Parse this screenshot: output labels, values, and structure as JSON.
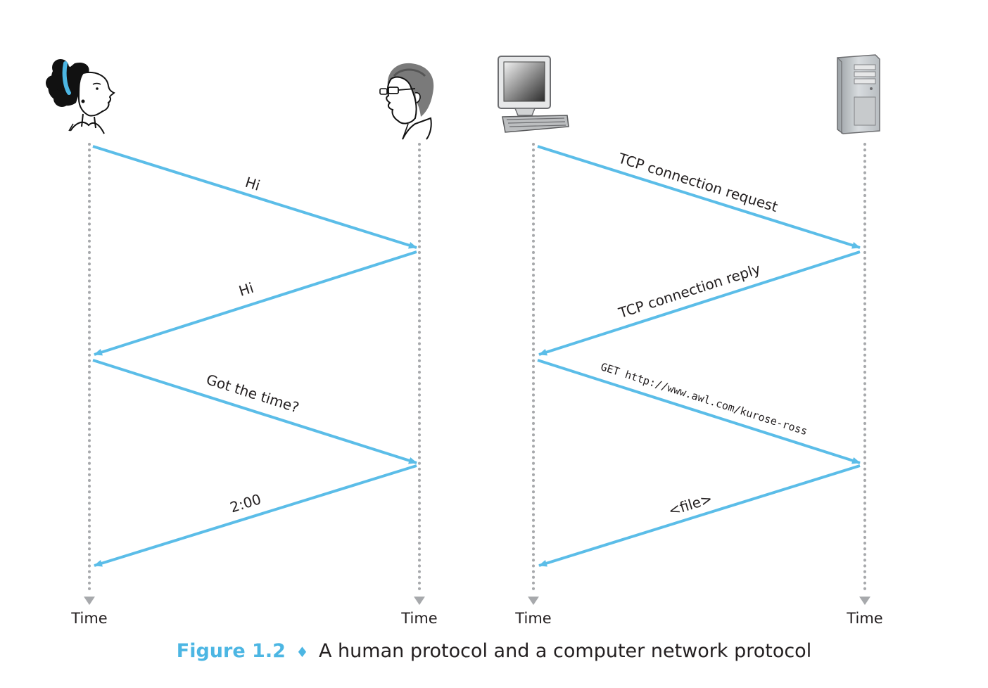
{
  "colors": {
    "arrow": "#5bbde8",
    "timeline": "#a7a9ac",
    "caption_accent": "#4cb6e3",
    "text": "#231f20"
  },
  "icons": {
    "woman": "woman-icon",
    "man": "man-icon",
    "computer": "desktop-computer-icon",
    "server": "server-tower-icon"
  },
  "timeline_label": "Time",
  "human": {
    "messages": [
      "Hi",
      "Hi",
      "Got the time?",
      "2:00"
    ]
  },
  "network": {
    "messages": [
      "TCP connection request",
      "TCP connection reply",
      "GET http://www.awl.com/kurose-ross",
      "<file>"
    ]
  },
  "caption": {
    "figure": "Figure 1.2",
    "separator": "♦",
    "text": "A human protocol and a computer network protocol"
  }
}
